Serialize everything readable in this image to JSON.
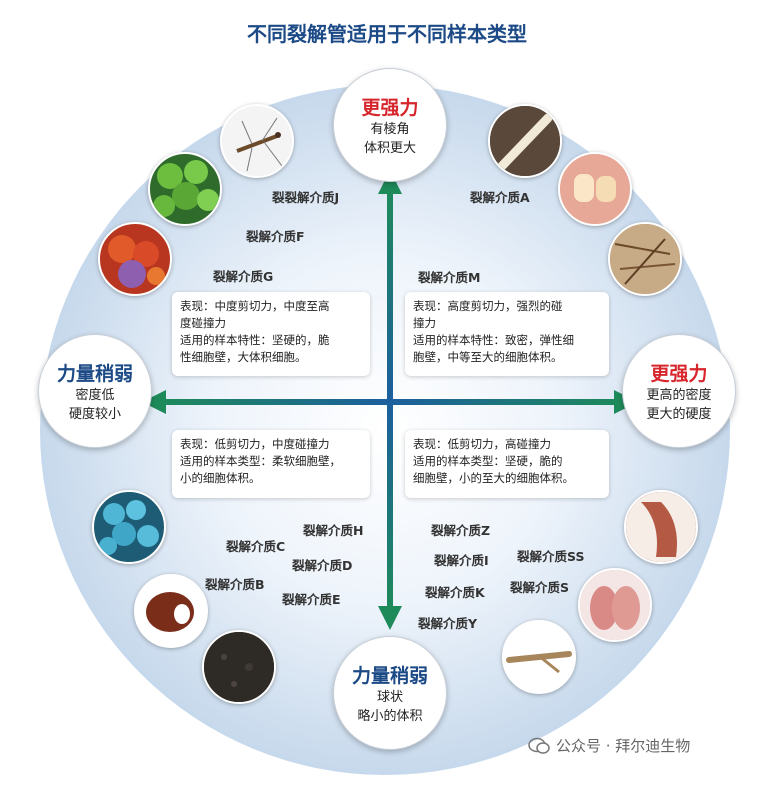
{
  "title": "不同裂解管适用于不同样本类型",
  "nodes": {
    "top": {
      "head": "更强力",
      "lines": [
        "有棱角",
        "体积更大"
      ]
    },
    "right": {
      "head": "更强力",
      "lines": [
        "更高的密度",
        "更大的硬度"
      ]
    },
    "left": {
      "head": "力量稍弱",
      "lines": [
        "密度低",
        "硬度较小"
      ]
    },
    "bottom": {
      "head": "力量稍弱",
      "lines": [
        "球状",
        "略小的体积"
      ]
    }
  },
  "quadrants": {
    "top_left": [
      "表现：中度剪切力，中度至高",
      "度碰撞力",
      "适用的样本特性：坚硬的，脆",
      "性细胞壁，大体积细胞。"
    ],
    "top_right": [
      "表现：高度剪切力，强烈的碰",
      "撞力",
      "适用的样本特性：致密，弹性细",
      "胞壁，中等至大的细胞体积。"
    ],
    "bottom_left": [
      "表现：低剪切力，中度碰撞力",
      "适用的样本类型：柔软细胞壁，",
      "小的细胞体积。"
    ],
    "bottom_right": [
      "表现：低剪切力，高碰撞力",
      "适用的样本类型：坚硬，脆的",
      "细胞壁，小的至大的细胞体积。"
    ]
  },
  "media": {
    "J": "裂裂解介质J",
    "F": "裂解介质F",
    "G": "裂解介质G",
    "A": "裂解介质A",
    "M": "裂解介质M",
    "H": "裂解介质H",
    "C": "裂解介质C",
    "D": "裂解介质D",
    "B": "裂解介质B",
    "E": "裂解介质E",
    "Z": "裂解介质Z",
    "I": "裂解介质I",
    "K": "裂解介质K",
    "Y": "裂解介质Y",
    "SS": "裂解介质SS",
    "S": "裂解介质S"
  },
  "watermark": "公众号 · 拜尔迪生物",
  "colors": {
    "arrow_green": "#1e8a5a",
    "arrow_blue": "#1c5f9e",
    "title": "#1c4a86",
    "strong": "#d6262c"
  }
}
